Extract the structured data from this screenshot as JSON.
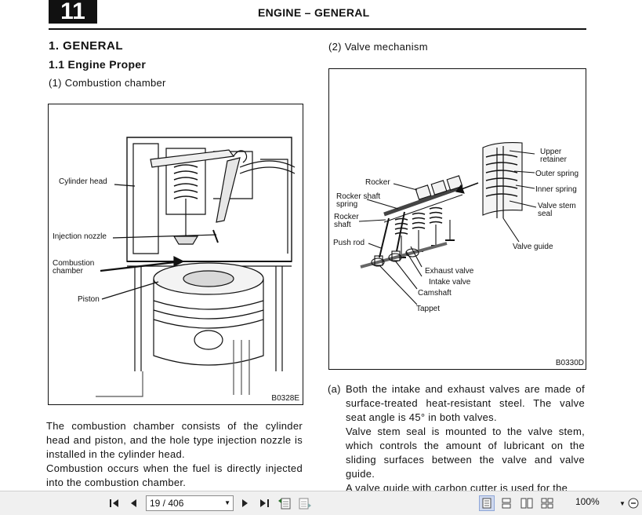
{
  "header": {
    "chapter_number": "11",
    "section_title": "ENGINE – GENERAL"
  },
  "left": {
    "heading1": "1.  GENERAL",
    "heading2": "1.1  Engine Proper",
    "caption": "(1)  Combustion chamber",
    "figure": {
      "code": "B0328E",
      "labels": {
        "cylinder_head": "Cylinder head",
        "injection_nozzle": "Injection nozzle",
        "combustion_chamber_1": "Combustion",
        "combustion_chamber_2": "chamber",
        "piston": "Piston"
      }
    },
    "paragraph": [
      "The combustion chamber consists of the cylinder head and piston, and the hole type injection nozzle is installed in the cylinder head.",
      "Combustion occurs when the fuel is directly injected into the combustion chamber."
    ]
  },
  "right": {
    "caption": "(2)  Valve mechanism",
    "figure": {
      "code": "B0330D",
      "labels": {
        "rocker": "Rocker",
        "rocker_shaft_spring_1": "Rocker shaft",
        "rocker_shaft_spring_2": "spring",
        "rocker_shaft_1": "Rocker",
        "rocker_shaft_2": "shaft",
        "push_rod": "Push rod",
        "upper_retainer_1": "Upper",
        "upper_retainer_2": "retainer",
        "outer_spring": "Outer spring",
        "inner_spring": "Inner spring",
        "valve_stem_seal_1": "Valve stem",
        "valve_stem_seal_2": "seal",
        "valve_guide": "Valve guide",
        "exhaust_valve": "Exhaust valve",
        "intake_valve": "Intake valve",
        "camshaft": "Camshaft",
        "tappet": "Tappet"
      }
    },
    "item_a_marker": "(a)",
    "item_a_lines": [
      "Both the intake and exhaust valves are made of surface-treated heat-resistant steel. The valve seat angle is 45° in both valves.",
      "Valve stem seal is mounted to the valve stem, which controls the amount of lubricant on the sliding surfaces between the valve and valve guide.",
      "A valve guide with carbon cutter is used for the"
    ]
  },
  "viewer": {
    "page_indicator": "19 / 406",
    "zoom": "100%"
  }
}
